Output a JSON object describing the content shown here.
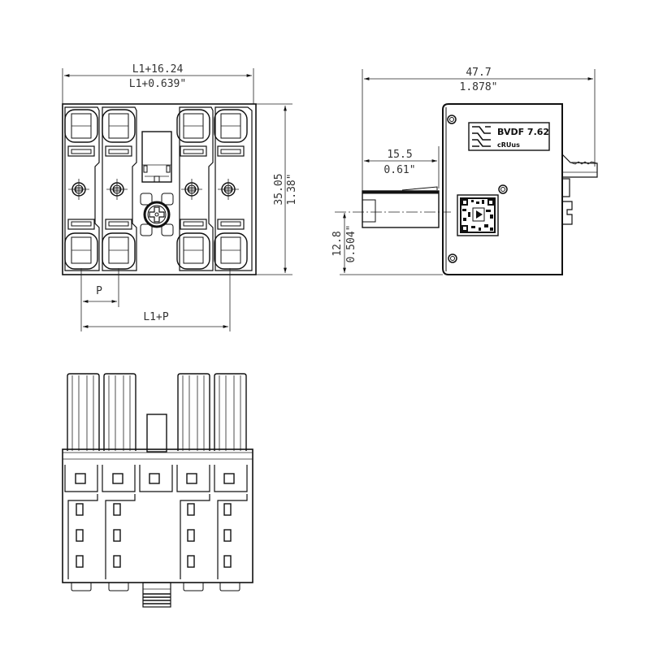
{
  "drawing": {
    "type": "connector technical drawing",
    "views": [
      "front-view",
      "side-view",
      "top-view"
    ]
  },
  "front_view": {
    "width_dim_mm": "L1+16.24",
    "width_dim_in": "L1+0.639\"",
    "height_dim_mm": "35.05",
    "height_dim_in": "1.38\"",
    "pitch_label": "P",
    "span_label": "L1+P"
  },
  "side_view": {
    "length_dim_mm": "47.7",
    "length_dim_in": "1.878\"",
    "pin_depth_mm": "15.5",
    "pin_depth_in": "0.61\"",
    "pin_height_mm": "12.8",
    "pin_height_in": "0.504\"",
    "product_label": "BVDF 7.62",
    "logo": "weidmueller-logo",
    "cert_mark": "cRUus",
    "qr_code": "qr-code-icon"
  },
  "top_view": {
    "poles": 4
  }
}
